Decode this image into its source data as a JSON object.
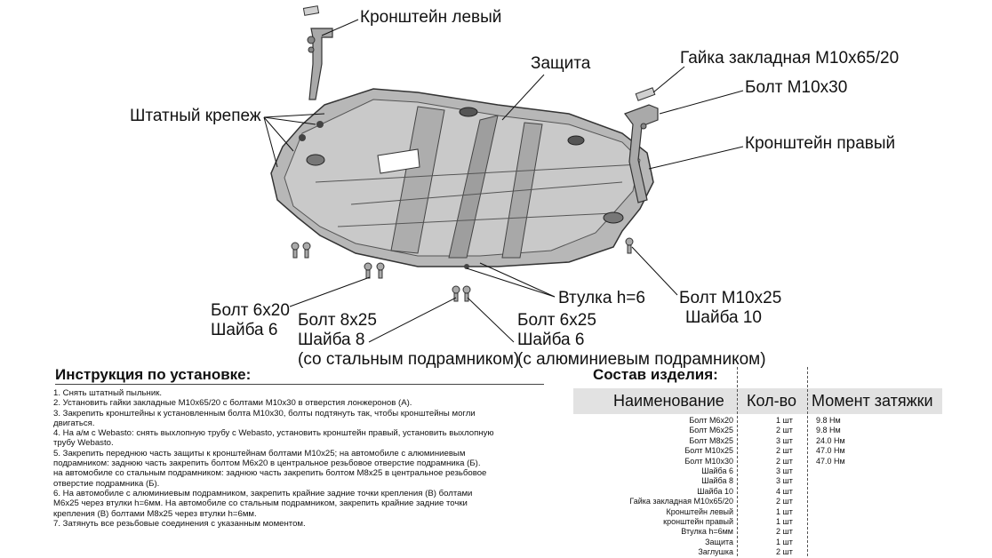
{
  "diagram": {
    "labels": {
      "bracket_left": "Кронштейн левый",
      "guard": "Защита",
      "nut": "Гайка закладная М10х65/20",
      "bolt_m10x30": "Болт М10х30",
      "bracket_right": "Кронштейн правый",
      "std_fasteners": "Штатный крепеж",
      "sleeve": "Втулка h=6",
      "bolt_m10x25": "Болт М10х25",
      "washer_10": "Шайба 10",
      "bolt_6x20": "Болт 6х20",
      "washer_6_a": "Шайба 6",
      "bolt_8x25": "Болт 8х25",
      "washer_8": "Шайба 8",
      "steel_subframe": "(со стальным подрамником)",
      "bolt_6x25": "Болт 6х25",
      "washer_6_b": "Шайба 6",
      "alu_subframe": "(с алюминиевым подрамником)"
    }
  },
  "instructions": {
    "title": "Инструкция по установке:",
    "steps": [
      "1. Снять штатный пыльник.",
      "2. Установить гайки закладные М10х65/20 с болтами М10х30 в отверстия лонжеронов (А).",
      "3. Закрепить кронштейны к установленным болта М10х30, болты подтянуть так, чтобы кронштейны могли",
      "    двигаться.",
      "4. На а/м с Webasto: снять выхлопную трубу с Webasto, установить кронштейн правый, установить выхлопную",
      "    трубу Webasto.",
      "5. Закрепить переднюю часть защиты к кронштейнам болтами М10х25; на автомобиле с алюминиевым",
      "    подрамником: заднюю часть закрепить болтом М6х20 в центральное резьбовое отверстие подрамника (Б).",
      "    на автомобиле со стальным подрамником: заднюю часть закрепить болтом М8х25 в центральное резьбовое",
      "    отверстие подрамника (Б).",
      "6. На автомобиле с алюминиевым подрамником, закрепить крайние задние точки крепления (В) болтами",
      "    М6х25 через втулки h=6мм. На автомобиле со стальным подрамником, закрепить крайние задние точки",
      "    крепления (В) болтами М8х25 через втулки h=6мм.",
      "7. Затянуть все резьбовые соединения с указанным моментом."
    ]
  },
  "composition": {
    "title": "Состав изделия:",
    "headers": {
      "name": "Наименование",
      "qty": "Кол-во",
      "torque": "Момент затяжки"
    },
    "rows": [
      {
        "name": "Болт М6х20",
        "qty": "1 шт",
        "torque": "9.8 Нм"
      },
      {
        "name": "Болт М6х25",
        "qty": "2 шт",
        "torque": "9.8 Нм"
      },
      {
        "name": "Болт М8х25",
        "qty": "3 шт",
        "torque": "24.0 Нм"
      },
      {
        "name": "Болт М10х25",
        "qty": "2 шт",
        "torque": "47.0 Нм"
      },
      {
        "name": "Болт М10х30",
        "qty": "2 шт",
        "torque": "47.0 Нм"
      },
      {
        "name": "Шайба 6",
        "qty": "3 шт",
        "torque": ""
      },
      {
        "name": "Шайба 8",
        "qty": "3 шт",
        "torque": ""
      },
      {
        "name": "Шайба 10",
        "qty": "4 шт",
        "torque": ""
      },
      {
        "name": "Гайка закладная М10х65/20",
        "qty": "2 шт",
        "torque": ""
      },
      {
        "name": "Кронштейн левый",
        "qty": "1 шт",
        "torque": ""
      },
      {
        "name": "кронштейн правый",
        "qty": "1 шт",
        "torque": ""
      },
      {
        "name": "Втулка h=6мм",
        "qty": "2 шт",
        "torque": ""
      },
      {
        "name": "Защита",
        "qty": "1 шт",
        "torque": ""
      },
      {
        "name": "Заглушка",
        "qty": "2 шт",
        "torque": ""
      }
    ]
  }
}
